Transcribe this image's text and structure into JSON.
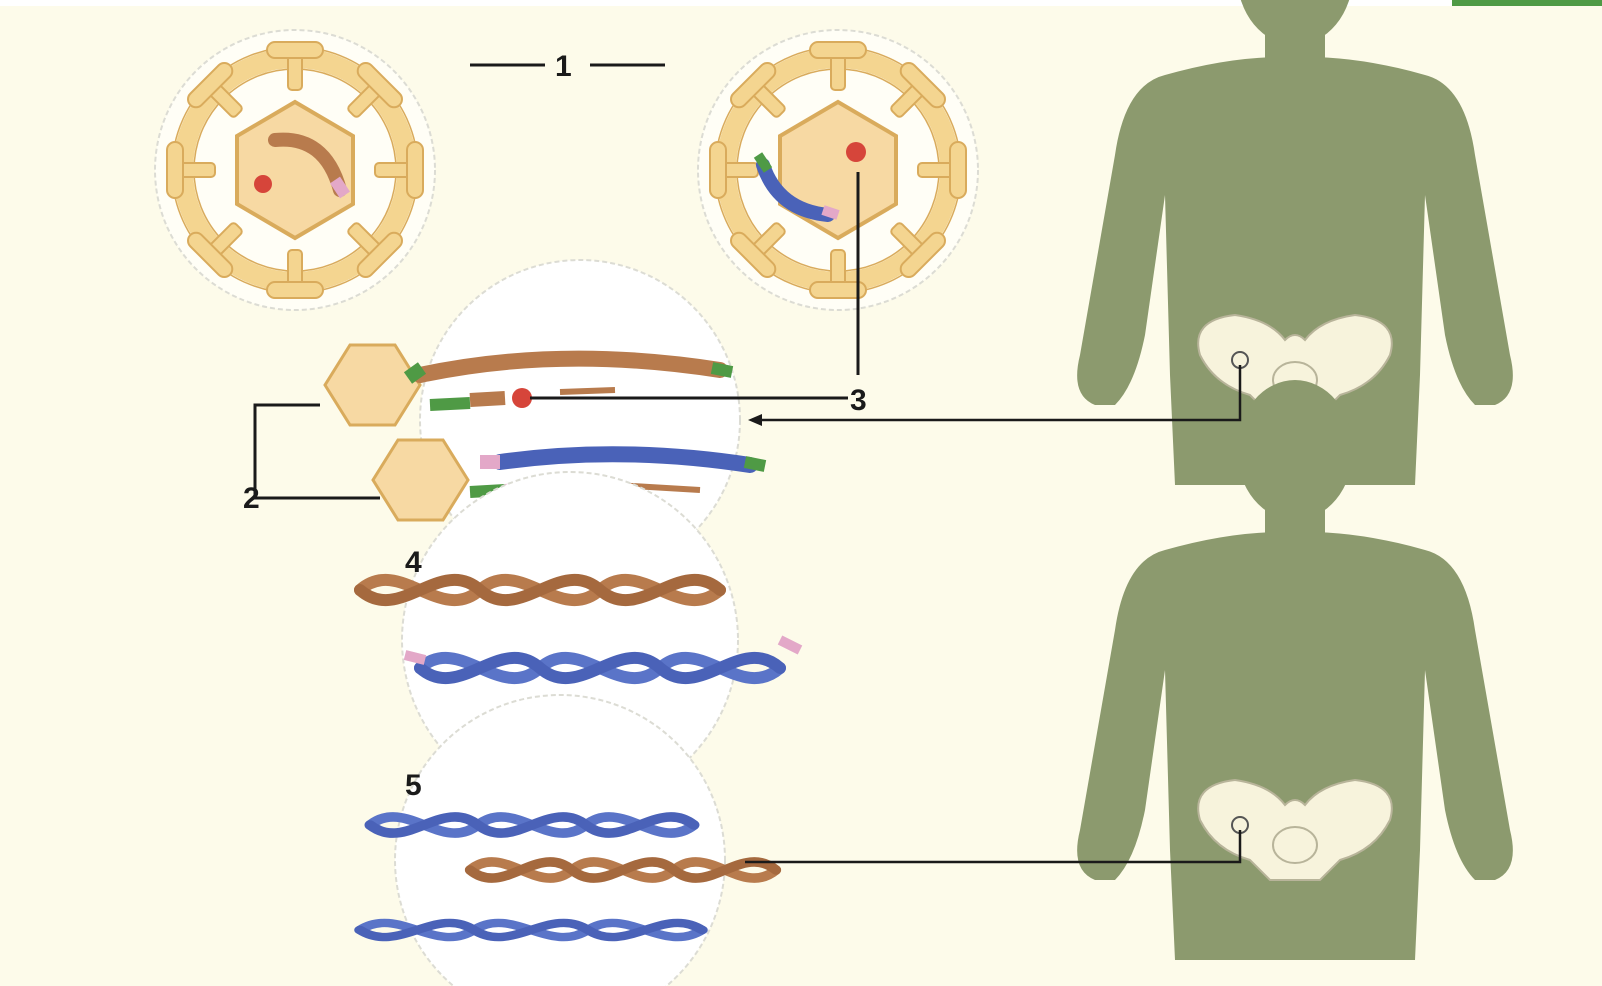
{
  "labels": {
    "l1": "1",
    "l2": "2",
    "l3": "3",
    "l4": "4",
    "l5": "5"
  },
  "colors": {
    "background": "#fdfbea",
    "capsid": "#f4d590",
    "capsid_edge": "#d9ab5c",
    "rna_brown": "#b87b4d",
    "rna_blue": "#4a62b8",
    "enzyme": "#d6453a",
    "body": "#8c9a6e",
    "pelvis": "#f7f3dc",
    "corner_tab": "#4f9a45"
  }
}
